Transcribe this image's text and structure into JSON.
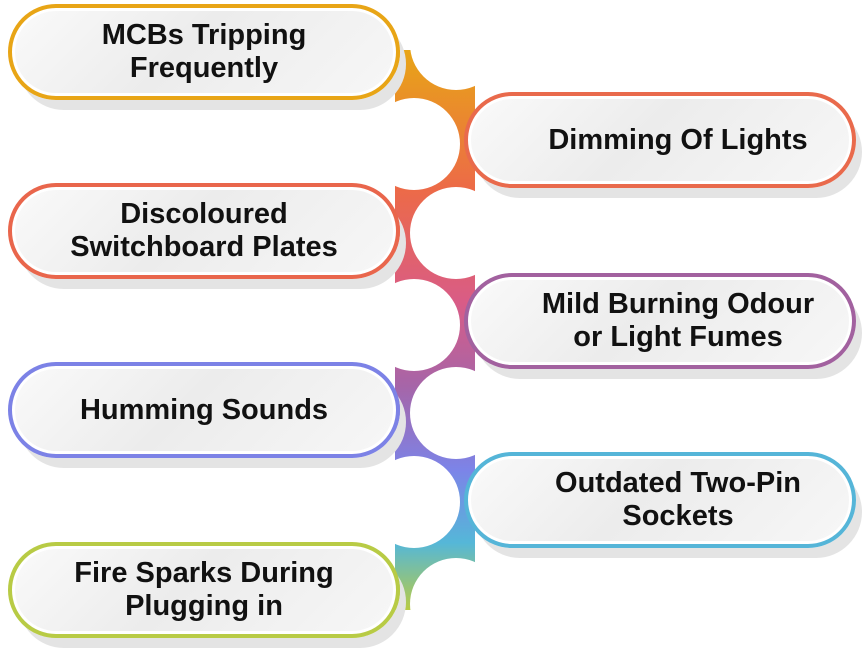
{
  "items": [
    {
      "label": "MCBs Tripping\nFrequently",
      "color": "#e8a516"
    },
    {
      "label": "Dimming Of Lights",
      "color": "#e96a4c"
    },
    {
      "label": "Discoloured\nSwitchboard Plates",
      "color": "#e9664c"
    },
    {
      "label": "Mild Burning Odour\nor Light Fumes",
      "color": "#a2619f"
    },
    {
      "label": "Humming Sounds",
      "color": "#7c82e6"
    },
    {
      "label": "Outdated Two-Pin\nSockets",
      "color": "#55b5d8"
    },
    {
      "label": "Fire Sparks During\nPlugging in",
      "color": "#b8cb45"
    }
  ]
}
